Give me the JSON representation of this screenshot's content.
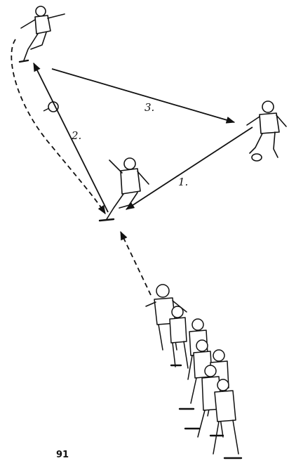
{
  "labels": {
    "pass_1": "1.",
    "pass_2": "2.",
    "pass_3": "3."
  },
  "figure_number": "91",
  "colors": {
    "ink": "#111111",
    "paper": "#ffffff"
  }
}
